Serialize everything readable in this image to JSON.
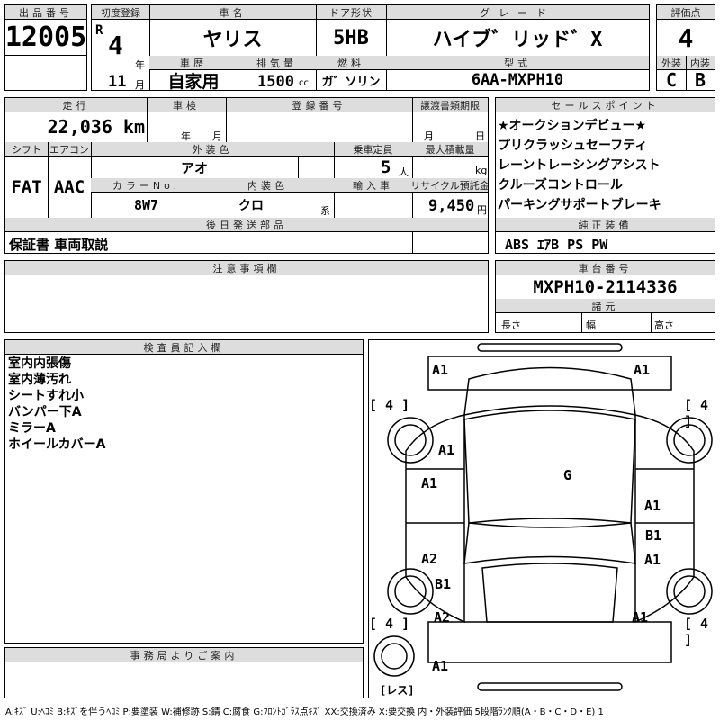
{
  "lot": {
    "label": "出品番号",
    "value": "12005"
  },
  "first_reg": {
    "label": "初度登録",
    "era": "R",
    "year": "4",
    "year_unit": "年",
    "month": "11",
    "month_unit": "月"
  },
  "car_name": {
    "label": "車名",
    "value": "ヤリス"
  },
  "door": {
    "label": "ドア形状",
    "value": "5HB"
  },
  "grade": {
    "label": "グレード",
    "value": "ハイブ゛リッド゛X"
  },
  "history": {
    "label": "車歴",
    "value": "自家用"
  },
  "displacement": {
    "label": "排気量",
    "value": "1500",
    "unit": "cc"
  },
  "fuel": {
    "label": "燃料",
    "value": "ガ゛ソリン"
  },
  "model": {
    "label": "型式",
    "value": "6AA-MXPH10"
  },
  "score": {
    "label": "評価点",
    "value": "4",
    "ext_label": "外装",
    "int_label": "内装",
    "ext": "C",
    "int": "B"
  },
  "mileage": {
    "label": "走行",
    "value": "22,036 km"
  },
  "inspection": {
    "label": "車検",
    "year_unit": "年",
    "month_unit": "月"
  },
  "reg_no": {
    "label": "登録番号"
  },
  "transfer": {
    "label": "譲渡書類期限",
    "month_unit": "月",
    "day_unit": "日"
  },
  "shift": {
    "label": "シフト",
    "value": "FAT"
  },
  "ac": {
    "label": "エアコン",
    "value": "AAC"
  },
  "ext_color": {
    "label": "外装色",
    "value": "アオ"
  },
  "capacity": {
    "label": "乗車定員",
    "value": "5",
    "unit": "人"
  },
  "max_load": {
    "label": "最大積載量",
    "unit": "kg"
  },
  "color_no": {
    "label": "カラーNo.",
    "value": "8W7"
  },
  "int_color": {
    "label": "内装色",
    "value": "クロ",
    "suffix": "系"
  },
  "import": {
    "label": "輸入車"
  },
  "recycle": {
    "label": "リサイクル預託金",
    "value": "9,450",
    "unit": "円"
  },
  "later_parts": {
    "label": "後日発送部品",
    "value": "保証書 車両取説"
  },
  "sales_points": {
    "label": "セールスポイント",
    "items": [
      "★オークションデビュー★",
      "プリクラッシュセーフティ",
      "レーントレーシングアシスト",
      "クルーズコントロール",
      "パーキングサポートブレーキ"
    ]
  },
  "equipment": {
    "label": "純正装備",
    "value": "ABS ｴｱB PS PW"
  },
  "notes": {
    "label": "注意事項欄"
  },
  "chassis": {
    "label": "車台番号",
    "value": "MXPH10-2114336"
  },
  "specs": {
    "label": "諸元",
    "length": "長さ",
    "width": "幅",
    "height": "高さ"
  },
  "inspector": {
    "label": "検査員記入欄",
    "lines": [
      "室内内張傷",
      "室内薄汚れ",
      "シートすれ小",
      "バンパー下A",
      "ミラーA",
      "ホイールカバーA"
    ]
  },
  "office": {
    "label": "事務局よりご案内"
  },
  "diagram": {
    "marks": [
      "A1",
      "A1",
      "[ 4 ]",
      "[ 4 ]",
      "A1",
      "G",
      "A1",
      "A1",
      "B1",
      "A2",
      "A1",
      "B1",
      "A2",
      "A1",
      "[ 4 ]",
      "[ 4 ]",
      "A1",
      "[レス]"
    ]
  },
  "legend": "A:ｷｽﾞ U:ﾍｺﾐ B:ｷｽﾞを伴うﾍｺﾐ P:要塗装 W:補修跡 S:錆 C:腐食 G:ﾌﾛﾝﾄｶﾞﾗｽ点ｷｽﾞ XX:交換済み X:要交換  内・外装評価  5段階ﾗﾝｸ順(A・B・C・D・E) 1"
}
